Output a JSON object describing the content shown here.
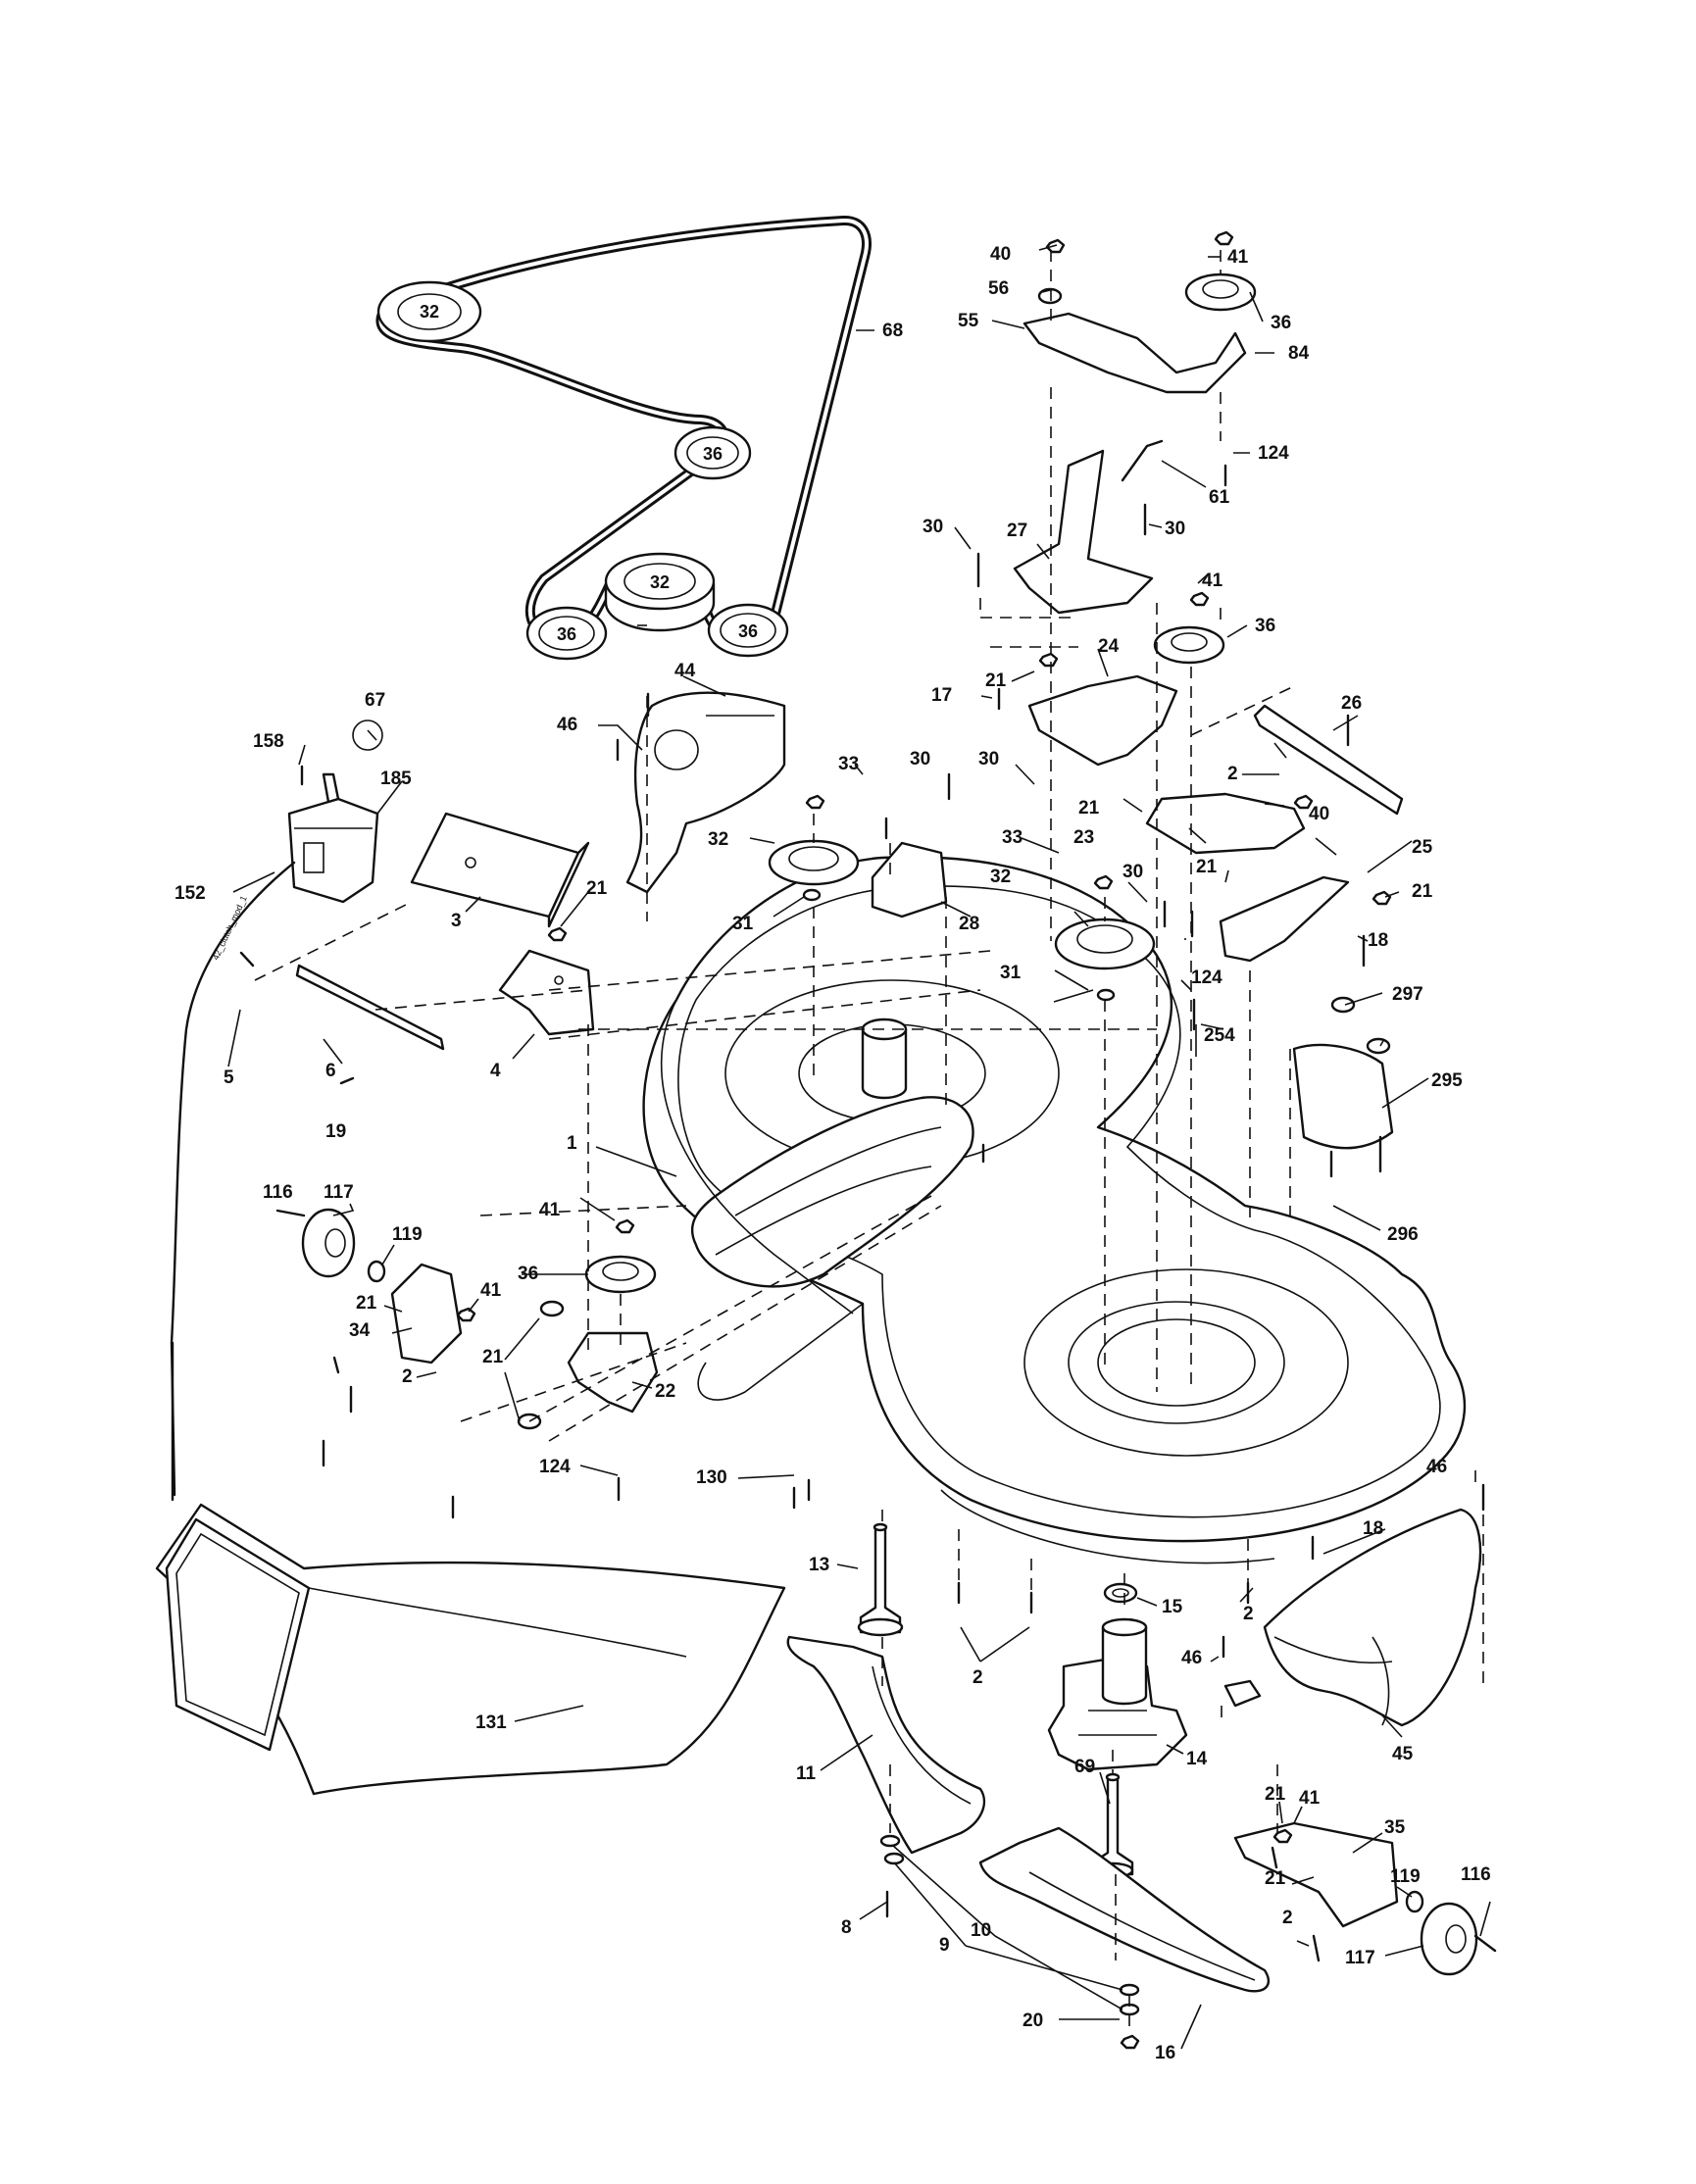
{
  "labels": {
    "l1": "1",
    "l2a": "2",
    "l2b": "2",
    "l2c": "2",
    "l2d": "2",
    "l2e": "2",
    "l3": "3",
    "l4": "4",
    "l5": "5",
    "l6": "6",
    "l8": "8",
    "l9": "9",
    "l10": "10",
    "l11": "11",
    "l13": "13",
    "l14": "14",
    "l15": "15",
    "l16": "16",
    "l17": "17",
    "l18a": "18",
    "l18b": "18",
    "l19": "19",
    "l20": "20",
    "l21a": "21",
    "l21b": "21",
    "l21c": "21",
    "l21d": "21",
    "l21e": "21",
    "l21f": "21",
    "l21g": "21",
    "l21h": "21",
    "l22": "22",
    "l23": "23",
    "l24": "24",
    "l25": "25",
    "l26": "26",
    "l27": "27",
    "l28": "28",
    "l30a": "30",
    "l30b": "30",
    "l30c": "30",
    "l30d": "30",
    "l30e": "30",
    "l31a": "31",
    "l31b": "31",
    "l32a": "32",
    "l32b": "32",
    "l33a": "33",
    "l33b": "33",
    "l34": "34",
    "l35": "35",
    "l36a": "36",
    "l36b": "36",
    "l36c": "36",
    "l40a": "40",
    "l40b": "40",
    "l41a": "41",
    "l41b": "41",
    "l41c": "41",
    "l41d": "41",
    "l41e": "41",
    "l44": "44",
    "l45": "45",
    "l46a": "46",
    "l46b": "46",
    "l46c": "46",
    "l55": "55",
    "l56": "56",
    "l61": "61",
    "l67": "67",
    "l68": "68",
    "l69": "69",
    "l84": "84",
    "l116a": "116",
    "l116b": "116",
    "l117a": "117",
    "l117b": "117",
    "l119a": "119",
    "l119b": "119",
    "l124a": "124",
    "l124b": "124",
    "l124c": "124",
    "l130": "130",
    "l131": "131",
    "l152": "152",
    "l158": "158",
    "l185": "185",
    "l254": "254",
    "l295": "295",
    "l296": "296",
    "l297": "297"
  },
  "pulley_labels": {
    "p32a": "32",
    "p36a": "36",
    "p32b": "32",
    "p36b": "36",
    "p36c": "36"
  },
  "cable_text": "42_clutch_mod_1"
}
